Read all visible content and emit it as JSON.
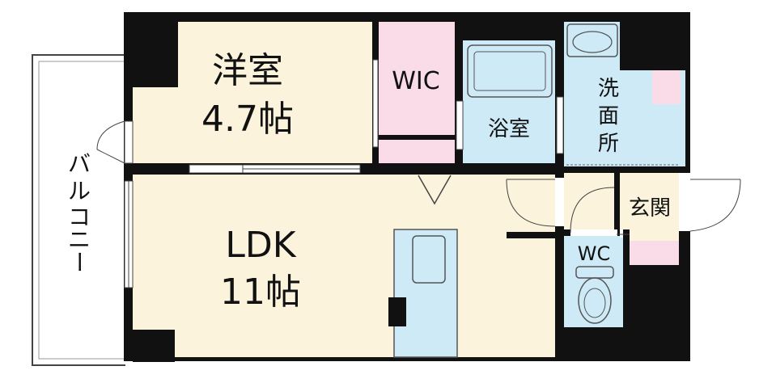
{
  "floorplan": {
    "rooms": {
      "western": {
        "name": "洋室",
        "size": "4.7帖"
      },
      "wic": {
        "name": "WIC"
      },
      "bath": {
        "name": "浴室"
      },
      "washroom": {
        "name": [
          "洗",
          "面",
          "所"
        ]
      },
      "ldk": {
        "name": "LDK",
        "size": "11帖"
      },
      "entrance": {
        "name": "玄関"
      },
      "wc": {
        "name": "WC"
      },
      "balcony": {
        "name": [
          "バ",
          "ル",
          "コ",
          "ニ",
          "ー"
        ]
      }
    },
    "colors": {
      "floor": "#fbf3dc",
      "wet_area": "#cdeaf6",
      "storage": "#f9dce8",
      "wall": "#111111"
    }
  }
}
